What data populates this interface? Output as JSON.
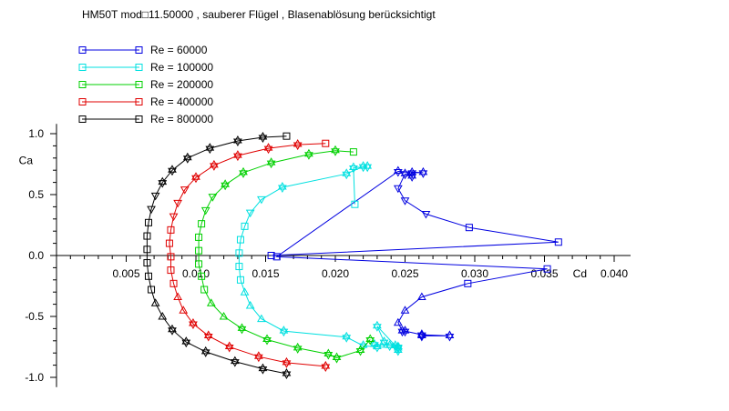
{
  "chart_data": {
    "type": "line",
    "title": "HM50T mod□11.50000 , sauberer Flügel , Blasenablösung berücksichtigt",
    "xlabel": "Cd",
    "ylabel": "Ca",
    "xlim": [
      0,
      0.04
    ],
    "ylim": [
      -1.0,
      1.0
    ],
    "x_ticks": [
      "0.005",
      "0.010",
      "0.015",
      "0.020",
      "0.025",
      "0.030",
      "0.035",
      "0.040"
    ],
    "y_ticks": [
      "-1.0",
      "-0.5",
      "0.0",
      "0.5",
      "1.0"
    ],
    "legend_placement": "top-left",
    "series": [
      {
        "name": "Re = 60000",
        "color": "#0000e0",
        "points": [
          [
            0.0154,
            0.0
          ],
          [
            0.036,
            0.11
          ],
          [
            0.0296,
            0.23
          ],
          [
            0.0265,
            0.34
          ],
          [
            0.025,
            0.45
          ],
          [
            0.0245,
            0.55
          ],
          [
            0.025,
            0.67
          ],
          [
            0.0255,
            0.65
          ],
          [
            0.0255,
            0.68
          ],
          [
            0.0263,
            0.68
          ],
          [
            0.0245,
            0.69
          ],
          [
            0.0158,
            -0.01
          ],
          [
            0.0352,
            -0.11
          ],
          [
            0.0295,
            -0.23
          ],
          [
            0.0262,
            -0.34
          ],
          [
            0.025,
            -0.45
          ],
          [
            0.0245,
            -0.55
          ],
          [
            0.0248,
            -0.62
          ],
          [
            0.025,
            -0.62
          ],
          [
            0.0262,
            -0.65
          ],
          [
            0.0282,
            -0.66
          ],
          [
            0.0262,
            -0.66
          ]
        ]
      },
      {
        "name": "Re = 100000",
        "color": "#00e0e0",
        "points": [
          [
            0.0214,
            0.42
          ],
          [
            0.0213,
            0.72
          ],
          [
            0.0223,
            0.73
          ],
          [
            0.022,
            0.73
          ],
          [
            0.0208,
            0.67
          ],
          [
            0.0162,
            0.56
          ],
          [
            0.0147,
            0.46
          ],
          [
            0.0139,
            0.35
          ],
          [
            0.0135,
            0.24
          ],
          [
            0.0132,
            0.13
          ],
          [
            0.0131,
            0.02
          ],
          [
            0.0131,
            -0.09
          ],
          [
            0.0132,
            -0.2
          ],
          [
            0.0135,
            -0.3
          ],
          [
            0.0139,
            -0.41
          ],
          [
            0.0147,
            -0.52
          ],
          [
            0.0163,
            -0.62
          ],
          [
            0.0208,
            -0.67
          ],
          [
            0.022,
            -0.74
          ],
          [
            0.023,
            -0.75
          ],
          [
            0.0245,
            -0.76
          ],
          [
            0.0245,
            -0.78
          ],
          [
            0.0245,
            -0.75
          ],
          [
            0.0239,
            -0.74
          ],
          [
            0.0235,
            -0.71
          ],
          [
            0.023,
            -0.58
          ],
          [
            0.0243,
            -0.74
          ],
          [
            0.0228,
            -0.73
          ]
        ]
      },
      {
        "name": "Re = 200000",
        "color": "#00d000",
        "points": [
          [
            0.0213,
            0.85
          ],
          [
            0.02,
            0.86
          ],
          [
            0.0181,
            0.83
          ],
          [
            0.0154,
            0.76
          ],
          [
            0.0134,
            0.68
          ],
          [
            0.0121,
            0.58
          ],
          [
            0.0112,
            0.48
          ],
          [
            0.0107,
            0.37
          ],
          [
            0.0104,
            0.26
          ],
          [
            0.0102,
            0.15
          ],
          [
            0.0102,
            0.04
          ],
          [
            0.0102,
            -0.07
          ],
          [
            0.0104,
            -0.17
          ],
          [
            0.0106,
            -0.28
          ],
          [
            0.0111,
            -0.39
          ],
          [
            0.012,
            -0.5
          ],
          [
            0.0133,
            -0.6
          ],
          [
            0.0151,
            -0.69
          ],
          [
            0.0173,
            -0.76
          ],
          [
            0.0195,
            -0.81
          ],
          [
            0.0201,
            -0.84
          ],
          [
            0.0218,
            -0.78
          ],
          [
            0.0225,
            -0.69
          ]
        ]
      },
      {
        "name": "Re = 400000",
        "color": "#e00000",
        "points": [
          [
            0.0193,
            0.92
          ],
          [
            0.0173,
            0.91
          ],
          [
            0.0152,
            0.88
          ],
          [
            0.013,
            0.82
          ],
          [
            0.0113,
            0.74
          ],
          [
            0.01,
            0.64
          ],
          [
            0.0092,
            0.54
          ],
          [
            0.0087,
            0.43
          ],
          [
            0.0084,
            0.32
          ],
          [
            0.0082,
            0.21
          ],
          [
            0.0081,
            0.1
          ],
          [
            0.0082,
            -0.01
          ],
          [
            0.0082,
            -0.12
          ],
          [
            0.0084,
            -0.23
          ],
          [
            0.0087,
            -0.34
          ],
          [
            0.0091,
            -0.45
          ],
          [
            0.0098,
            -0.56
          ],
          [
            0.0109,
            -0.66
          ],
          [
            0.0124,
            -0.75
          ],
          [
            0.0145,
            -0.83
          ],
          [
            0.0165,
            -0.88
          ],
          [
            0.0193,
            -0.91
          ]
        ]
      },
      {
        "name": "Re = 800000",
        "color": "#000000",
        "points": [
          [
            0.0165,
            0.98
          ],
          [
            0.0148,
            0.97
          ],
          [
            0.013,
            0.94
          ],
          [
            0.011,
            0.88
          ],
          [
            0.0094,
            0.8
          ],
          [
            0.0083,
            0.7
          ],
          [
            0.0076,
            0.6
          ],
          [
            0.0071,
            0.49
          ],
          [
            0.0068,
            0.38
          ],
          [
            0.0066,
            0.27
          ],
          [
            0.0065,
            0.16
          ],
          [
            0.0065,
            0.05
          ],
          [
            0.0065,
            -0.06
          ],
          [
            0.0066,
            -0.17
          ],
          [
            0.0068,
            -0.28
          ],
          [
            0.0071,
            -0.39
          ],
          [
            0.0076,
            -0.5
          ],
          [
            0.0083,
            -0.61
          ],
          [
            0.0093,
            -0.71
          ],
          [
            0.0107,
            -0.79
          ],
          [
            0.0128,
            -0.87
          ],
          [
            0.0148,
            -0.93
          ],
          [
            0.0165,
            -0.97
          ]
        ]
      }
    ]
  }
}
